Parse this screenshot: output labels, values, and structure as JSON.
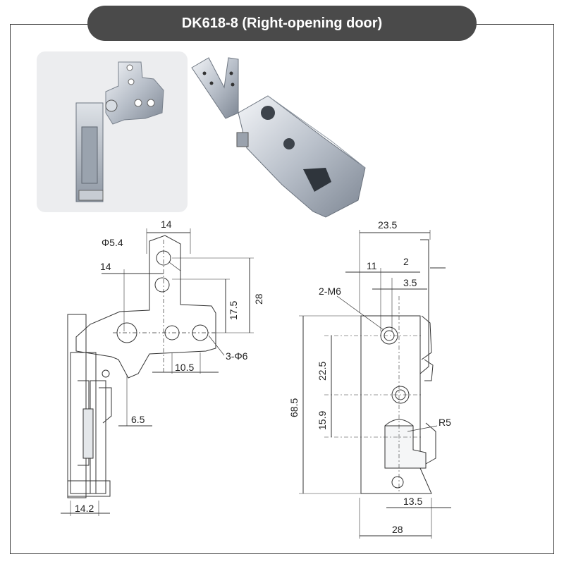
{
  "title": "DK618-8 (Right-opening door)",
  "dimensions": {
    "left_view": {
      "d_top_width": "14",
      "d_hole_dia": "Φ5.4",
      "d_left_offset": "14",
      "d_height_17_5": "17.5",
      "d_height_28": "28",
      "d_spacing_10_5": "10.5",
      "d_three_holes": "3-Φ6",
      "d_side_6_5": "6.5",
      "d_bottom_14_2": "14.2"
    },
    "right_view": {
      "d_width_23_5": "23.5",
      "d_11": "11",
      "d_2": "2",
      "d_3_5": "3.5",
      "d_threads": "2-M6",
      "d_22_5": "22.5",
      "d_68_5": "68.5",
      "d_15_9": "15.9",
      "d_r5": "R5",
      "d_13_5": "13.5",
      "d_28": "28"
    }
  }
}
